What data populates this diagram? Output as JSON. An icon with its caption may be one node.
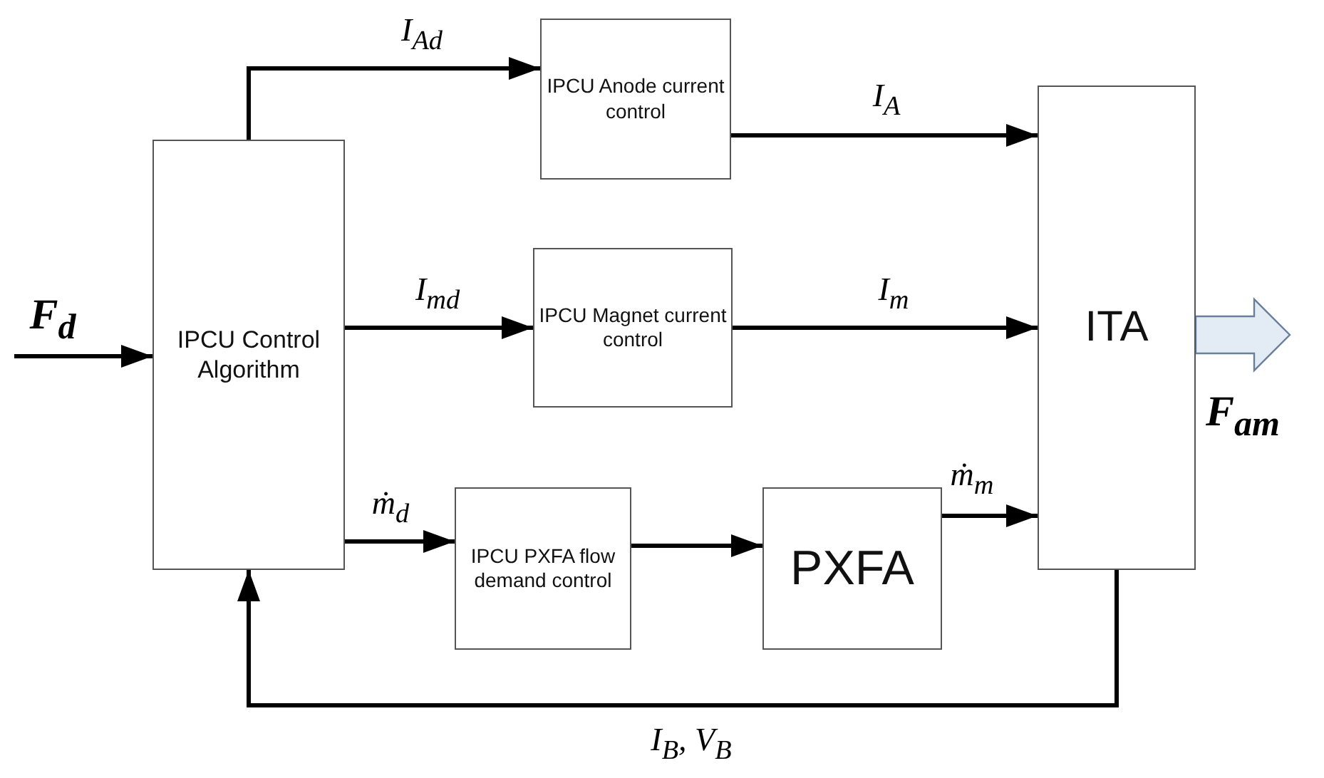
{
  "diagram": {
    "nodes": [
      {
        "text": [
          "IPCU Control Algorithm"
        ]
      },
      {
        "text": [
          "IPCU Anode current control"
        ]
      },
      {
        "text": [
          "IPCU Magnet current control"
        ]
      },
      {
        "text": [
          "IPCU PXFA flow demand control"
        ]
      },
      {
        "text": [
          "PXFA"
        ]
      },
      {
        "text": [
          "ITA"
        ]
      }
    ],
    "edges": [
      {
        "from": null,
        "to": 0,
        "arrow": "to",
        "label": "F$_{d}$"
      },
      {
        "from": 0,
        "to": 1,
        "arrow": "to",
        "label": "I$_{Ad}$"
      },
      {
        "from": 1,
        "to": 5,
        "arrow": "to",
        "label": "I$_{A}$"
      },
      {
        "from": 0,
        "to": 2,
        "arrow": "to",
        "label": "I$_{md}$"
      },
      {
        "from": 2,
        "to": 5,
        "arrow": "to",
        "label": "I$_{m}$"
      },
      {
        "from": 0,
        "to": 3,
        "arrow": "to",
        "label": "ṁ$_{d}$"
      },
      {
        "from": 3,
        "to": 4,
        "arrow": "to"
      },
      {
        "from": 4,
        "to": 5,
        "arrow": "to",
        "label": "ṁ$_{m}$"
      },
      {
        "from": 5,
        "to": 0,
        "arrow": "to",
        "label": "I$_{B}$, V$_{B}$"
      },
      {
        "from": 5,
        "to": null,
        "arrow": "to",
        "label": "F$_{am}$",
        "style": "thick",
        "color": "#e3ebf5"
      }
    ]
  }
}
